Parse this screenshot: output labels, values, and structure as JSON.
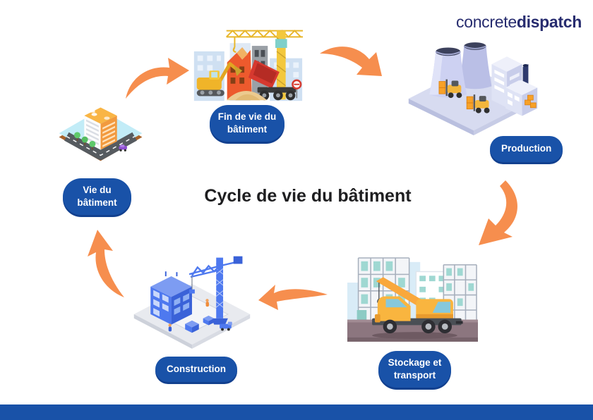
{
  "logo": {
    "regular": "concrete",
    "bold": "dispatch"
  },
  "title": "Cycle de vie du bâtiment",
  "stages": [
    {
      "label": "Vie du bâtiment",
      "illustration": "isometric-city-block"
    },
    {
      "label": "Fin de vie du bâtiment",
      "illustration": "demolition-site"
    },
    {
      "label": "Production",
      "illustration": "concrete-factory"
    },
    {
      "label": "Stockage et transport",
      "illustration": "mobile-crane-truck"
    },
    {
      "label": "Construction",
      "illustration": "construction-site"
    }
  ],
  "colors": {
    "pill_blue": "#1952a8",
    "pill_shadow": "#12408f",
    "arrow_orange": "#f68e4e",
    "logo_navy": "#272c6f",
    "title_black": "#1e1e20",
    "footer_blue": "#1952a8"
  }
}
